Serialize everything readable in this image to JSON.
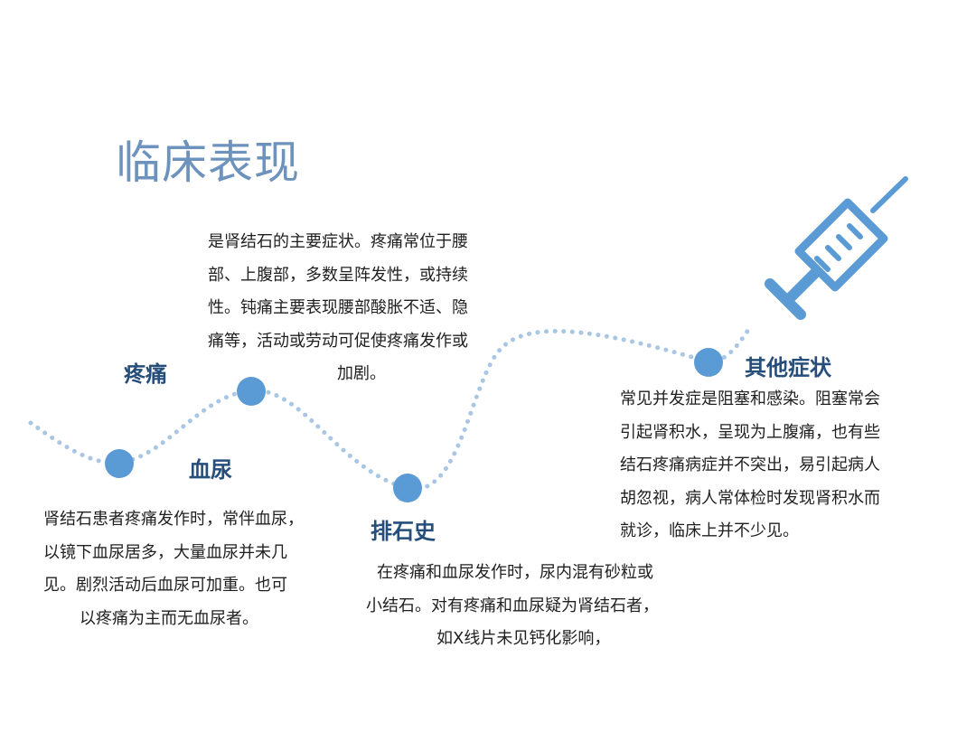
{
  "page": {
    "title": "临床表现"
  },
  "colors": {
    "title": "#6d93bd",
    "heading": "#264e7a",
    "node": "#5b9bd5",
    "curve_dots": "#a9c6e3",
    "syringe": "#5b9bd5"
  },
  "icons": {
    "syringe": "syringe-icon"
  },
  "sections": {
    "pain": {
      "heading": "疼痛",
      "lines": [
        "是肾结石的主要症状。疼痛常位于腰",
        "部、上腹部，多数呈阵发性，或持续",
        "性。钝痛主要表现腰部酸胀不适、隐",
        "痛等，活动或劳动可促使疼痛发作或",
        "加剧。"
      ]
    },
    "hematuria": {
      "heading": "血尿",
      "lines": [
        "肾结石患者疼痛发作时，常伴血尿，",
        "以镜下血尿居多，大量血尿并未几",
        "见。剧烈活动后血尿可加重。也可",
        "以疼痛为主而无血尿者。"
      ]
    },
    "stone_history": {
      "heading": "排石史",
      "lines": [
        "在疼痛和血尿发作时，尿内混有砂粒或",
        "小结石。对有疼痛和血尿疑为肾结石者，",
        "如X线片未见钙化影响，"
      ]
    },
    "other": {
      "heading": "其他症状",
      "lines": [
        "常见并发症是阻塞和感染。阻塞常会",
        "引起肾积水，呈现为上腹痛，也有些",
        "结石疼痛病症并不突出，易引起病人",
        "胡忽视，病人常体检时发现肾积水而",
        "就诊，临床上并不少见。"
      ]
    }
  }
}
